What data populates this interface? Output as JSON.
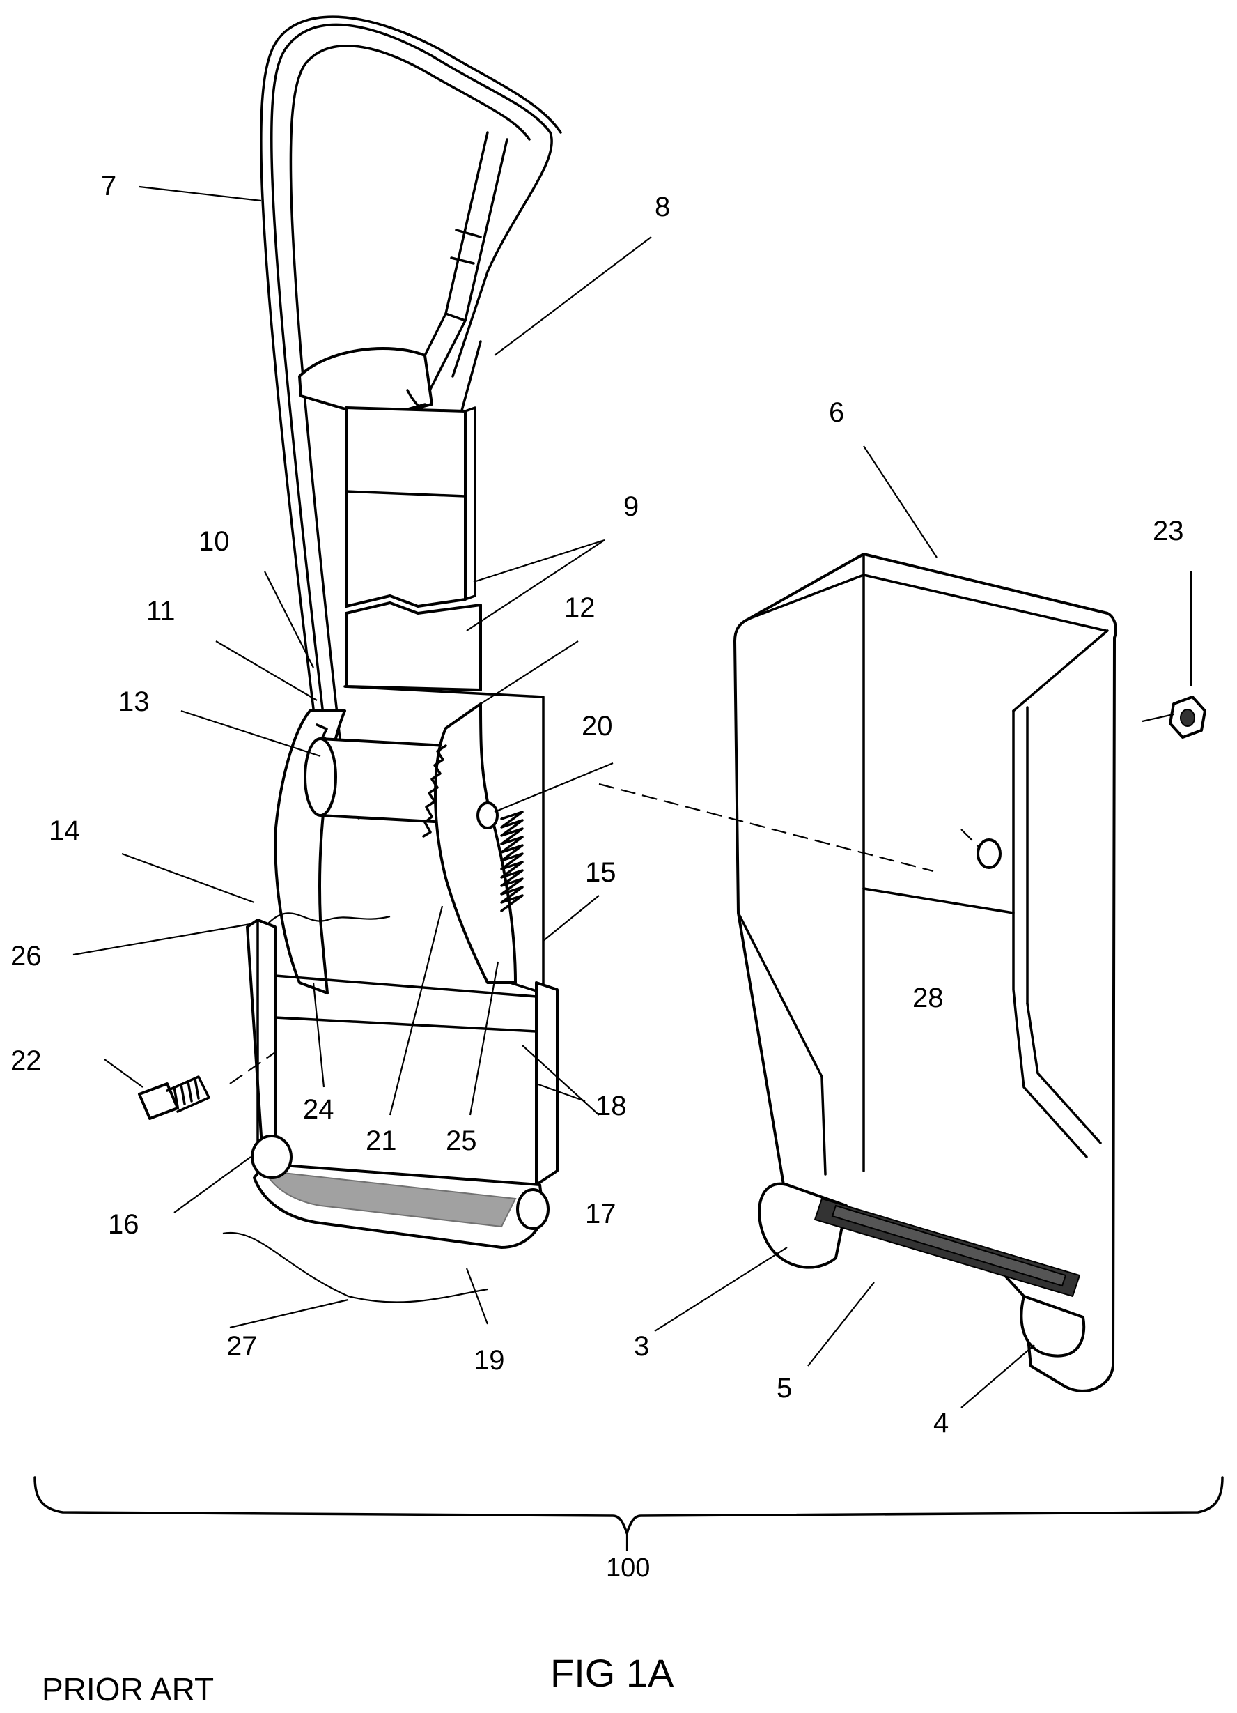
{
  "figure": {
    "title": "FIG 1A",
    "prior_art": "PRIOR ART",
    "assembly_ref": "100"
  },
  "labels": [
    "7",
    "8",
    "6",
    "23",
    "9",
    "10",
    "11",
    "12",
    "13",
    "20",
    "14",
    "15",
    "26",
    "28",
    "22",
    "18",
    "24",
    "21",
    "25",
    "16",
    "17",
    "27",
    "19",
    "3",
    "5",
    "4"
  ]
}
